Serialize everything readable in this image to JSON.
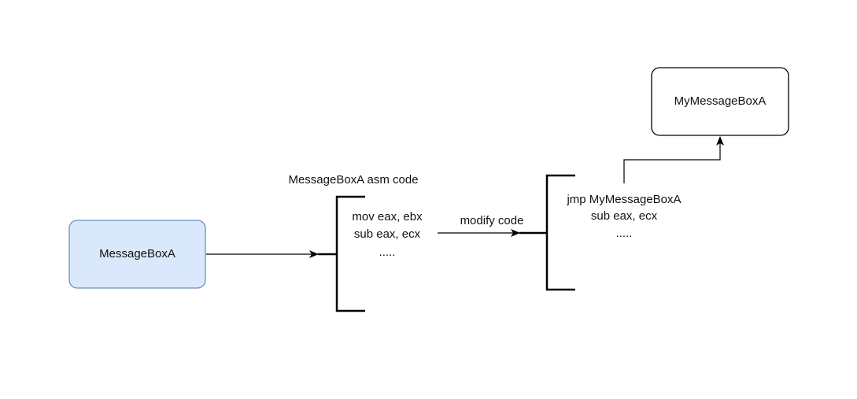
{
  "nodes": {
    "source": {
      "label": "MessageBoxA",
      "fill": "#dae8fc",
      "stroke": "#6c8ebf"
    },
    "target": {
      "label": "MyMessageBoxA",
      "fill": "#ffffff",
      "stroke": "#000000"
    }
  },
  "original_code": {
    "title": "MessageBoxA asm code",
    "lines": [
      "mov eax, ebx",
      "sub eax, ecx",
      "....."
    ]
  },
  "modified_code": {
    "lines": [
      "jmp MyMessageBoxA",
      "sub eax, ecx",
      "....."
    ]
  },
  "edges": {
    "modify_label": "modify code"
  }
}
